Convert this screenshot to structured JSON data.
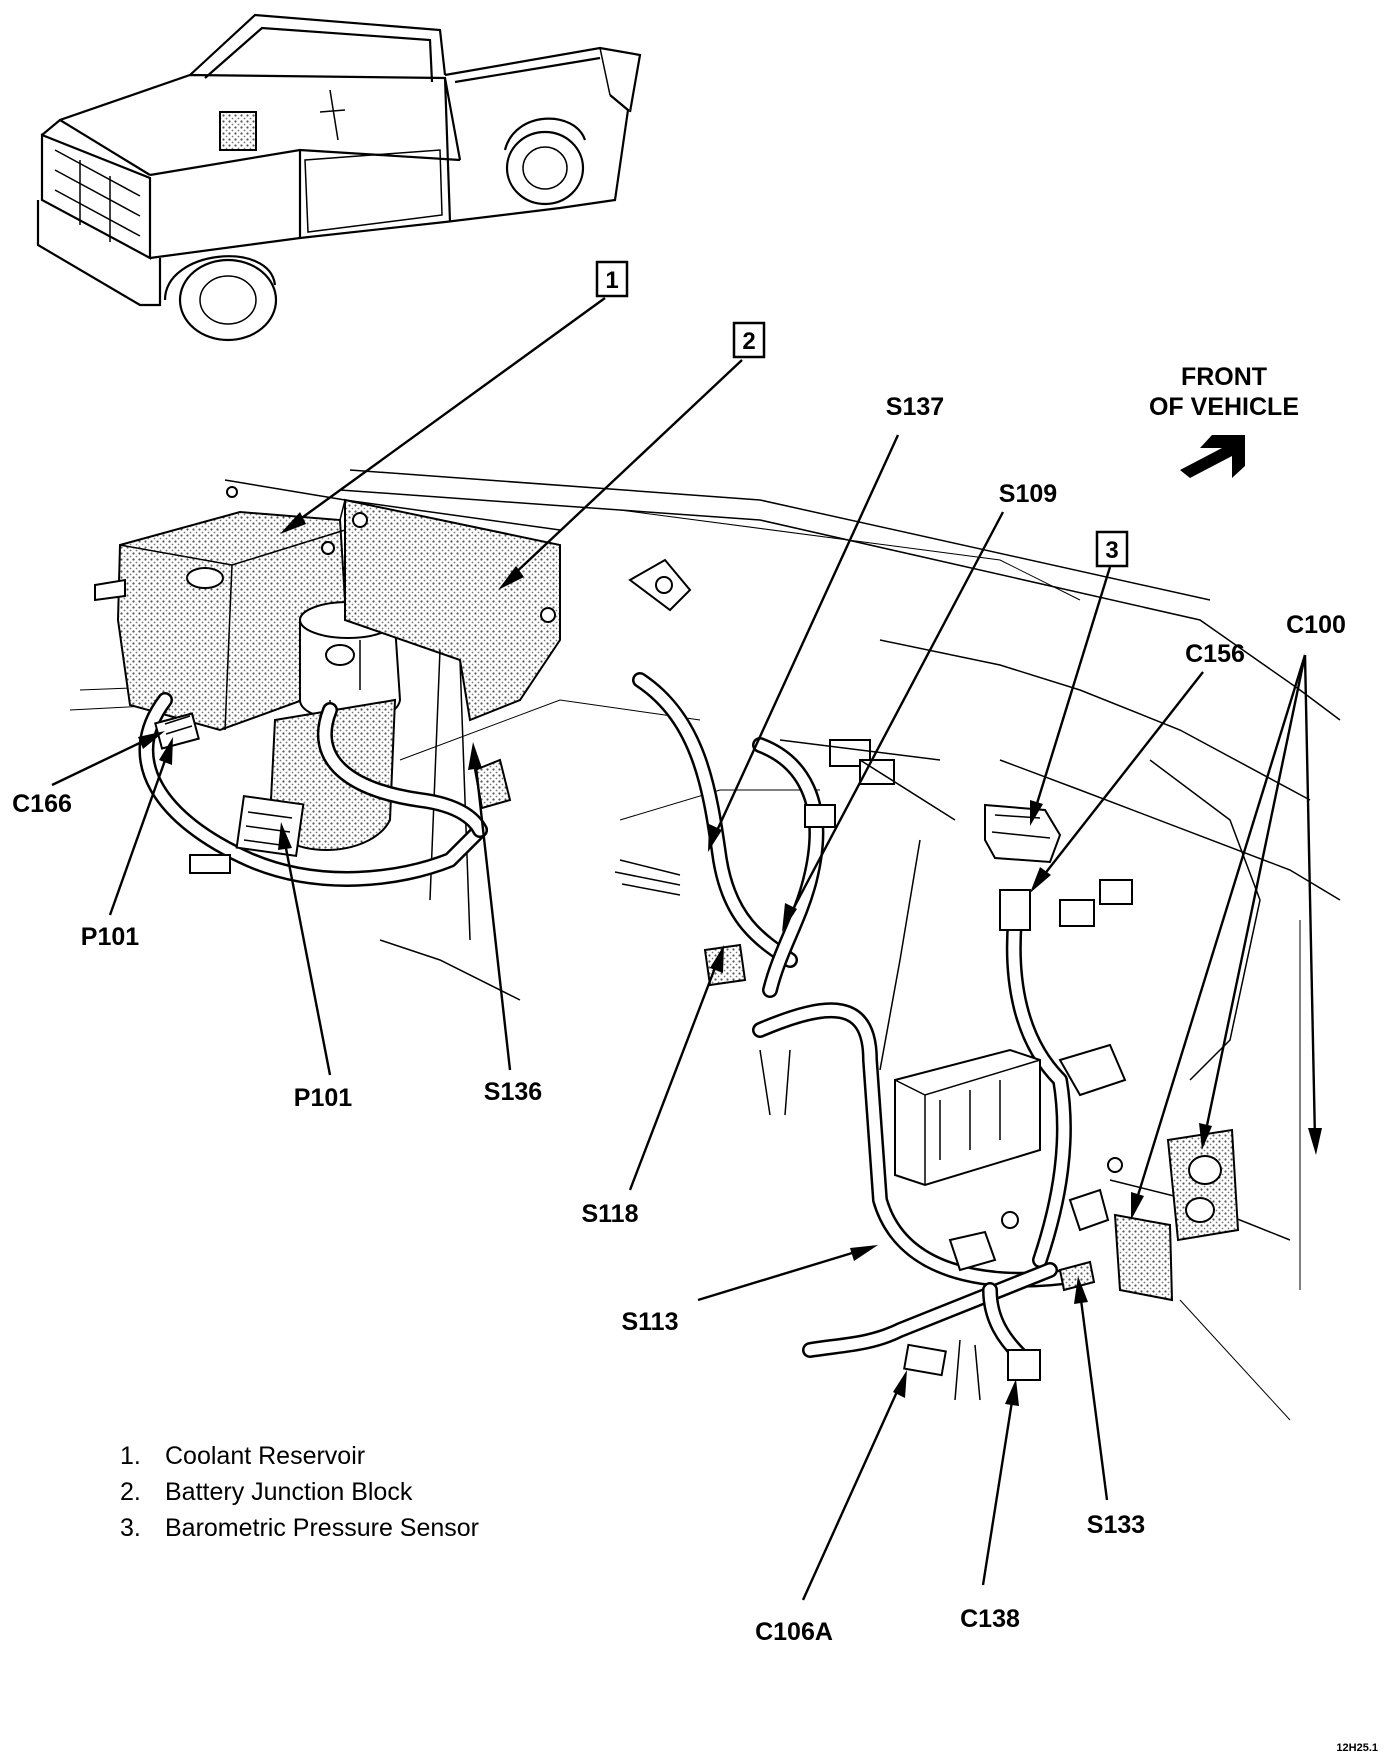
{
  "callouts": [
    {
      "number": "1"
    },
    {
      "number": "2"
    },
    {
      "number": "3"
    }
  ],
  "labels": {
    "front_of_vehicle_line1": "FRONT",
    "front_of_vehicle_line2": "OF VEHICLE",
    "s137": "S137",
    "s109": "S109",
    "c100": "C100",
    "c156": "C156",
    "c166": "C166",
    "p101_a": "P101",
    "p101_b": "P101",
    "s136": "S136",
    "s118": "S118",
    "s113": "S113",
    "s133": "S133",
    "c106a": "C106A",
    "c138": "C138"
  },
  "legend": [
    {
      "number": "1.",
      "text": "Coolant Reservoir"
    },
    {
      "number": "2.",
      "text": "Battery Junction Block"
    },
    {
      "number": "3.",
      "text": "Barometric Pressure Sensor"
    }
  ],
  "figure_id": "12H25.1"
}
